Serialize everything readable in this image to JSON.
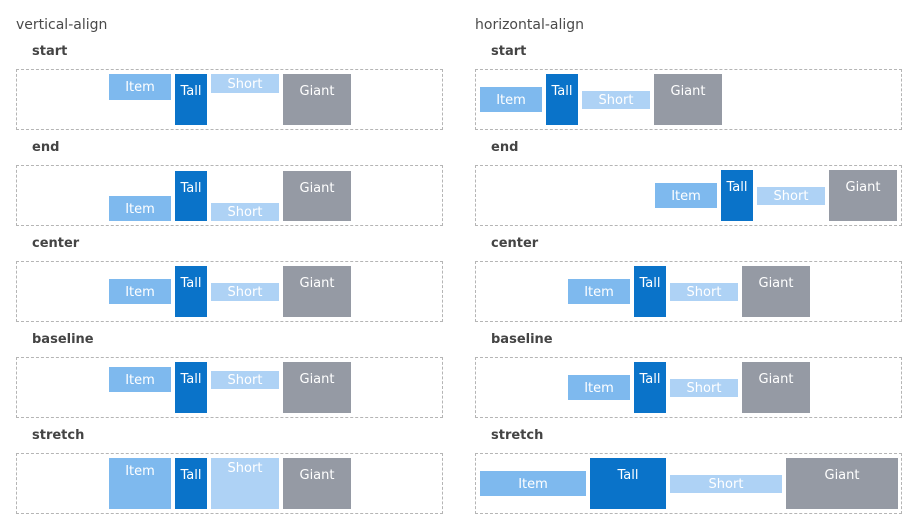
{
  "columns": {
    "vertical": {
      "title": "vertical-align"
    },
    "horizontal": {
      "title": "horizontal-align"
    }
  },
  "rows": [
    "start",
    "end",
    "center",
    "baseline",
    "stretch"
  ],
  "items": {
    "item": "Item",
    "tall": "Tall",
    "short": "Short",
    "giant": "Giant"
  },
  "colors": {
    "item": "#7eb9ee",
    "tall": "#0a73c9",
    "short": "#aed2f5",
    "giant": "#959aa4",
    "border": "#b5b5b5"
  }
}
